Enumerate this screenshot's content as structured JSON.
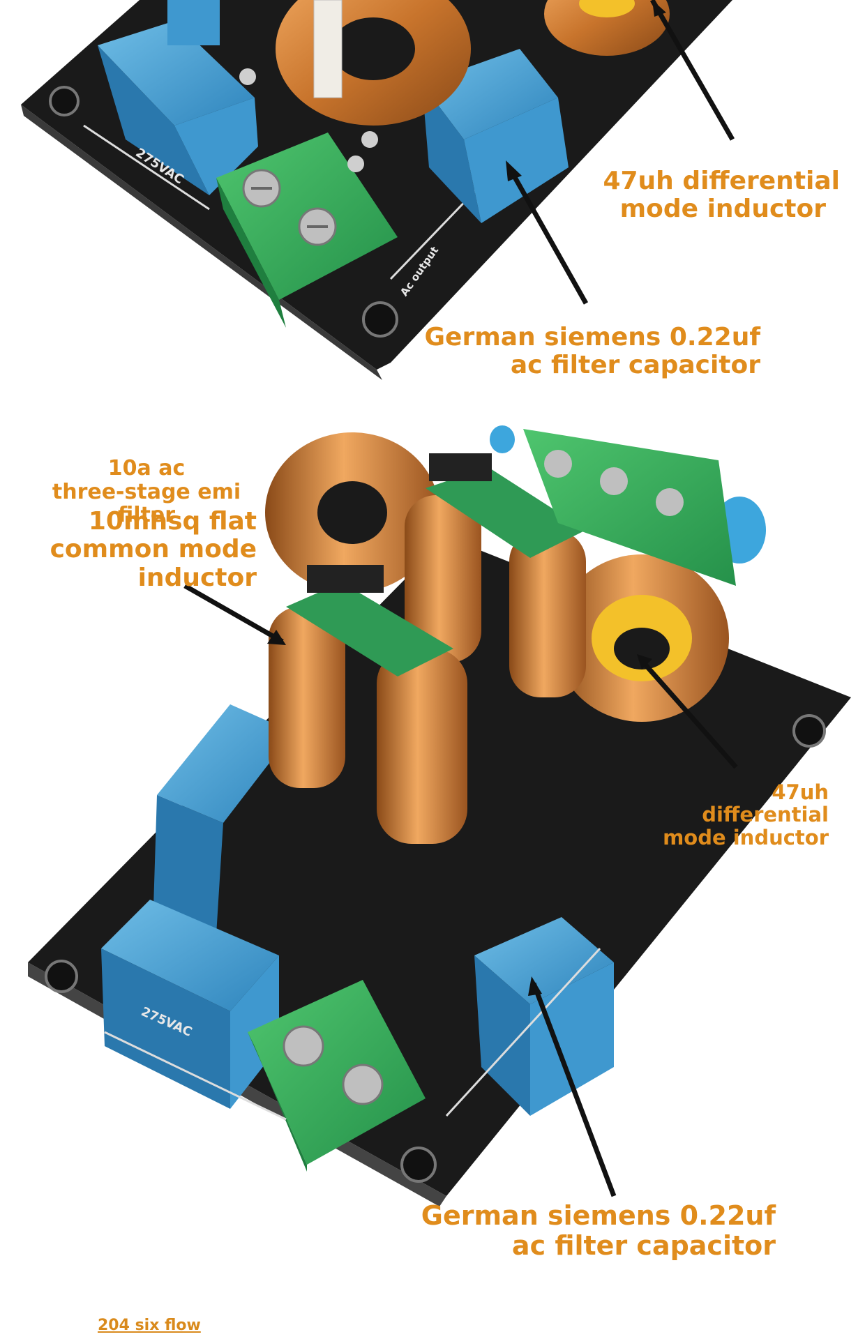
{
  "top_panel": {
    "inductor_label": [
      "47uh differential",
      "mode inductor"
    ],
    "capacitor_label": [
      "German siemens 0.22uf",
      "ac filter capacitor"
    ],
    "pcb_voltage": "275VAC",
    "pcb_output": "Ac output"
  },
  "bottom_panel": {
    "product_label": [
      "10a ac",
      "three-stage emi",
      "filter"
    ],
    "common_mode_label": [
      "10mhsq flat",
      "common mode",
      "inductor"
    ],
    "inductor_label": [
      "47uh",
      "differential",
      "mode inductor"
    ],
    "capacitor_label": [
      "German siemens 0.22uf",
      "ac filter capacitor"
    ],
    "pcb_voltage": "275VAC"
  },
  "footer": {
    "tag": "204 six flow"
  },
  "colors": {
    "label": "#e08c1c",
    "pcb": "#1a1a1a",
    "capacitor": "#3d9ad1",
    "terminal": "#2fae52",
    "copper": "#c8742c"
  }
}
